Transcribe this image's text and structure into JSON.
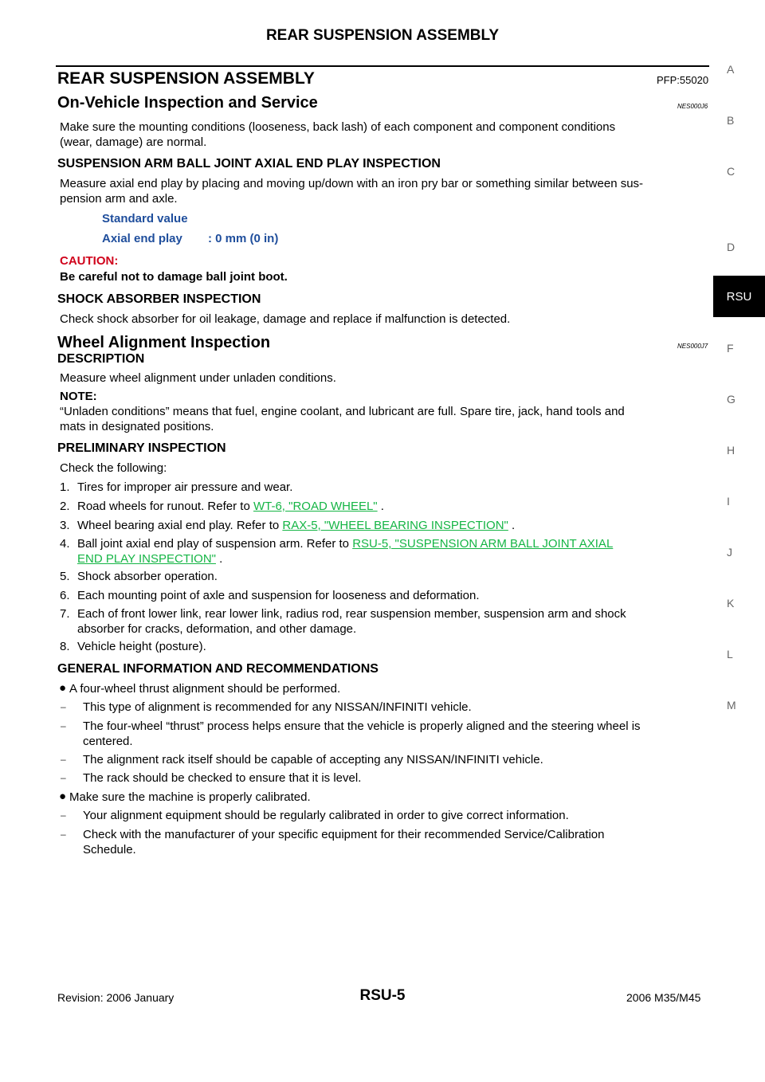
{
  "header": {
    "title": "REAR SUSPENSION ASSEMBLY"
  },
  "section": {
    "title": "REAR SUSPENSION ASSEMBLY",
    "pfp": "PFP:55020"
  },
  "on_vehicle": {
    "title": "On-Vehicle Inspection and Service",
    "code": "NES000J6",
    "intro_1": "Make sure the mounting conditions (looseness, back lash) of each component and component conditions",
    "intro_2": "(wear, damage) are normal.",
    "balljoint": {
      "heading": "SUSPENSION ARM BALL JOINT AXIAL END PLAY INSPECTION",
      "text_1": "Measure axial end play by placing and moving up/down with an iron pry bar or something similar between sus-",
      "text_2": "pension arm and axle.",
      "std_label": "Standard value",
      "spec_label": "Axial end play",
      "spec_value": ": 0 mm (0 in)",
      "caution_label": "CAUTION:",
      "caution_text": "Be careful not to damage ball joint boot."
    },
    "shock": {
      "heading": "SHOCK ABSORBER INSPECTION",
      "text": "Check shock absorber for oil leakage, damage and replace if malfunction is detected."
    }
  },
  "wheel_alignment": {
    "title": "Wheel Alignment Inspection",
    "code": "NES000J7",
    "description_heading": "DESCRIPTION",
    "description_text": "Measure wheel alignment under unladen conditions.",
    "note_label": "NOTE:",
    "note_1": "“Unladen conditions” means that fuel, engine coolant, and lubricant are full. Spare tire, jack, hand tools and",
    "note_2": "mats in designated positions.",
    "prelim_heading": "PRELIMINARY INSPECTION",
    "prelim_intro": "Check the following:",
    "items": [
      {
        "num": "1.",
        "text": "Tires for improper air pressure and wear."
      },
      {
        "num": "2.",
        "text": "Road wheels for runout. Refer to ",
        "link": "WT-6, \"ROAD WHEEL\"",
        "after": " ."
      },
      {
        "num": "3.",
        "text": "Wheel bearing axial end play. Refer to ",
        "link": "RAX-5, \"WHEEL BEARING INSPECTION\"",
        "after": " ."
      },
      {
        "num": "4.",
        "text": "Ball joint axial end play of suspension arm. Refer to ",
        "link": "RSU-5, \"SUSPENSION ARM BALL JOINT AXIAL",
        "link2": "END PLAY INSPECTION\"",
        "after": " ."
      },
      {
        "num": "5.",
        "text": "Shock absorber operation."
      },
      {
        "num": "6.",
        "text": "Each mounting point of axle and suspension for looseness and deformation."
      },
      {
        "num": "7.",
        "text": "Each of front lower link, rear lower link, radius rod, rear suspension member, suspension arm and shock",
        "text2": "absorber for cracks, deformation, and other damage."
      },
      {
        "num": "8.",
        "text": "Vehicle height (posture)."
      }
    ],
    "general_heading": "GENERAL INFORMATION AND RECOMMENDATIONS",
    "general": [
      {
        "kind": "bullet",
        "text": "A four-wheel thrust alignment should be performed."
      },
      {
        "kind": "dash",
        "text": "This type of alignment is recommended for any NISSAN/INFINITI vehicle."
      },
      {
        "kind": "dash",
        "text": "The four-wheel “thrust” process helps ensure that the vehicle is properly aligned and the steering wheel is",
        "text2": "centered."
      },
      {
        "kind": "dash",
        "text": "The alignment rack itself should be capable of accepting any NISSAN/INFINITI vehicle."
      },
      {
        "kind": "dash",
        "text": "The rack should be checked to ensure that it is level."
      },
      {
        "kind": "bullet",
        "text": "Make sure the machine is properly calibrated."
      },
      {
        "kind": "dash",
        "text": "Your alignment equipment should be regularly calibrated in order to give correct information."
      },
      {
        "kind": "dash",
        "text": "Check with the manufacturer of your specific equipment for their recommended Service/Calibration",
        "text2": "Schedule."
      }
    ]
  },
  "side_index": {
    "letters": [
      "A",
      "B",
      "C",
      "D",
      "F",
      "G",
      "H",
      "I",
      "J",
      "K",
      "L",
      "M"
    ],
    "active_tab": "RSU"
  },
  "footer": {
    "revision": "Revision: 2006 January",
    "page": "RSU-5",
    "model": "2006 M35/M45"
  },
  "glyphs": {
    "bullet": "●",
    "dash": "–"
  },
  "colors": {
    "link": "#15b545",
    "heading_blue": "#1f4e9c",
    "caution_red": "#d0021b",
    "tab_bg": "#000000"
  }
}
